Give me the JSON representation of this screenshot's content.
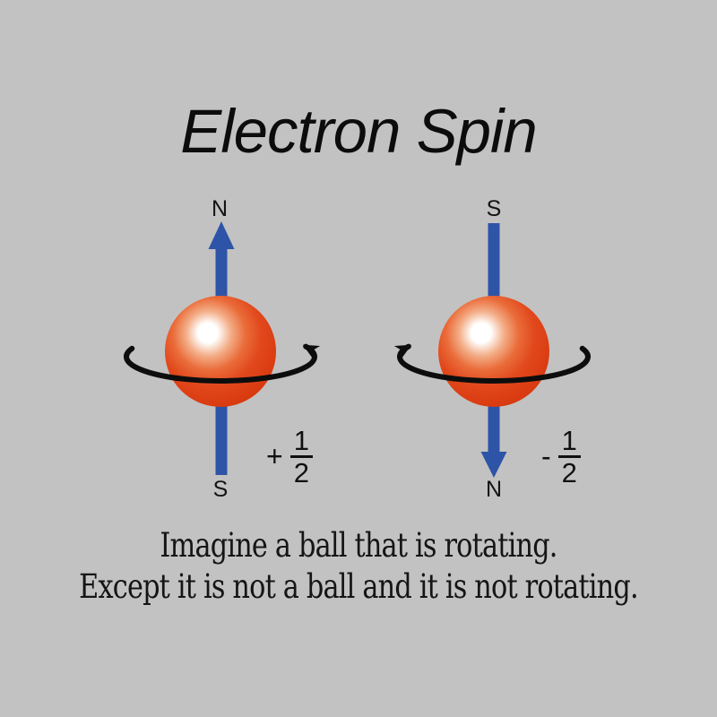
{
  "title": "Electron Spin",
  "colors": {
    "background": "#c2c2c2",
    "ball_red": "#d63a0e",
    "axis_blue": "#2e54a7",
    "ink_black": "#0d0d0d"
  },
  "figures": {
    "spin_up": {
      "top_pole": "N",
      "bottom_pole": "S",
      "spin_sign": "+",
      "spin_numerator": "1",
      "spin_denominator": "2"
    },
    "spin_down": {
      "top_pole": "S",
      "bottom_pole": "N",
      "spin_sign": "-",
      "spin_numerator": "1",
      "spin_denominator": "2"
    }
  },
  "caption": {
    "line1": "Imagine a ball that is rotating.",
    "line2": "Except it is not a ball and it is not rotating."
  }
}
